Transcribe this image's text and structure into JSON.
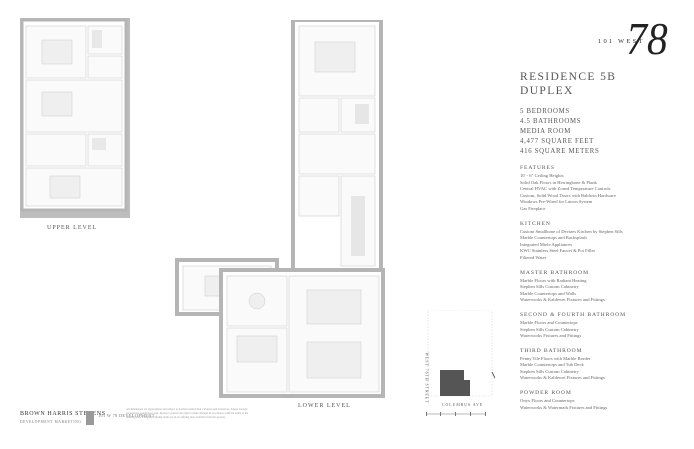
{
  "brand": {
    "logo_text": "101 WEST",
    "logo_number": "78"
  },
  "residence": {
    "title": "RESIDENCE 5B",
    "subtitle": "DUPLEX",
    "stats": [
      "5 BEDROOMS",
      "4.5 BATHROOMS",
      "MEDIA ROOM",
      "4,477 SQUARE FEET",
      "416 SQUARE METERS"
    ]
  },
  "sections": [
    {
      "heading": "FEATURES",
      "items": [
        "10' - 6\" Ceiling Heights",
        "Solid Oak Floors in Herringbone & Plank",
        "Central HVAC with Zoned Temperature Controls",
        "Custom, Solid Wood Doors with Baldwin Hardware",
        "Windows Pre-Wired for Lutron System",
        "Gas Fireplace"
      ]
    },
    {
      "heading": "KITCHEN",
      "items": [
        "Custom Smallbone of Devizes Kitchen by Stephen Sills",
        "Marble Countertops and Backsplash",
        "Integrated Miele Appliances",
        "KWC Stainless Steel Faucet & Pot Filler",
        "Filtered Water"
      ]
    },
    {
      "heading": "MASTER BATHROOM",
      "items": [
        "Marble Floors with Radiant Heating",
        "Stephen Sills Custom Cabinetry",
        "Marble Countertops and Walls",
        "Waterworks & Kaldewei Fixtures and Fittings"
      ]
    },
    {
      "heading": "SECOND & FOURTH BATHROOM",
      "items": [
        "Marble Floors and Countertops",
        "Stephen Sills Custom Cabinetry",
        "Waterworks Fixtures and Fittings"
      ]
    },
    {
      "heading": "THIRD BATHROOM",
      "items": [
        "Penny Tile Floors with Marble Border",
        "Marble Countertops and Tub Deck",
        "Stephen Sills Custom Cabinetry",
        "Waterworks & Kaldewei Fixtures and Fittings"
      ]
    },
    {
      "heading": "POWDER ROOM",
      "items": [
        "Onyx Floors and Countertops",
        "Waterworks & Watermark Fixtures and Fittings"
      ]
    }
  ],
  "labels": {
    "upper_level": "UPPER LEVEL",
    "lower_level": "LOWER LEVEL",
    "street_west": "WEST 78TH STREET",
    "street_ave": "COLUMBUS AVE"
  },
  "broker": {
    "name": "BROWN HARRIS STEVENS",
    "tagline": "DEVELOPMENT MARKETING",
    "partner": "101 W 78 DEVELOPMENT"
  },
  "disclaimer": "All dimensions are approximate and subject to normal construction variances and tolerances. Square footage exceeds the usable floor area. Sponsor reserves the right to make changes in accordance with the terms of the offering plan. Complete offering terms are in an offering plan available from the sponsor."
}
